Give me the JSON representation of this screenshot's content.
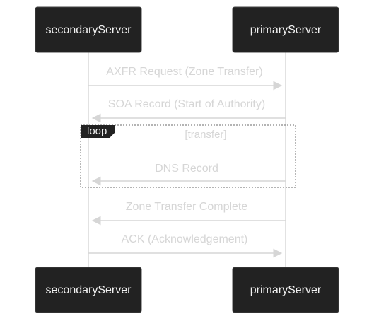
{
  "participants": [
    {
      "id": "secondary",
      "label": "secondaryServer"
    },
    {
      "id": "primary",
      "label": "primaryServer"
    }
  ],
  "messages": [
    {
      "from": "secondary",
      "to": "primary",
      "text": "AXFR Request (Zone Transfer)"
    },
    {
      "from": "primary",
      "to": "secondary",
      "text": "SOA Record (Start of Authority)"
    },
    {
      "from": "primary",
      "to": "secondary",
      "text": "DNS Record"
    },
    {
      "from": "primary",
      "to": "secondary",
      "text": "Zone Transfer Complete"
    },
    {
      "from": "secondary",
      "to": "primary",
      "text": "ACK (Acknowledgement)"
    }
  ],
  "loop": {
    "keyword": "loop",
    "condition": "[transfer]",
    "contains_messages": [
      2
    ]
  },
  "colors": {
    "actor_fill": "#222222",
    "actor_text": "#f2f2f2",
    "message": "#d6d6d6",
    "lifeline": "#cfcfcf",
    "background": "#ffffff"
  }
}
